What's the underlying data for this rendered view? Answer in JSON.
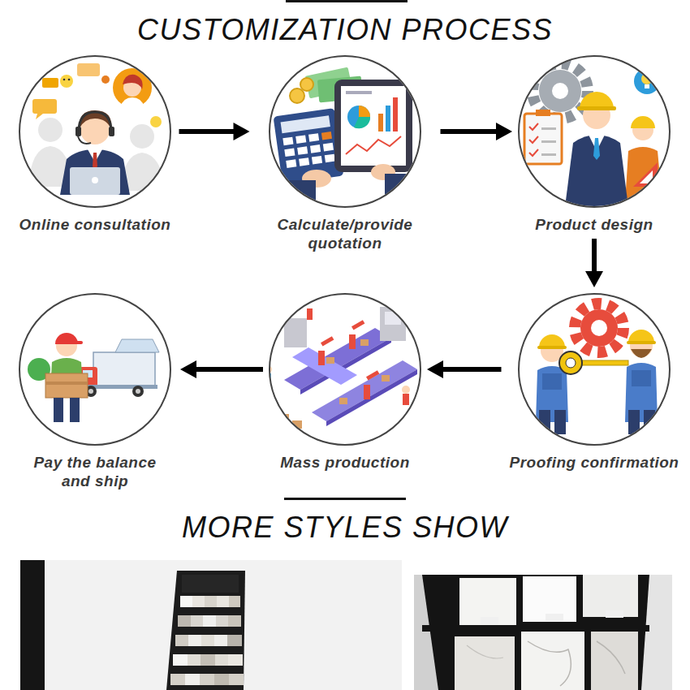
{
  "diagram": {
    "title": "CUSTOMIZATION PROCESS",
    "nodes": [
      {
        "text": [
          "Online consultation"
        ]
      },
      {
        "text": [
          "Calculate/provide quotation"
        ]
      },
      {
        "text": [
          "Product design"
        ]
      },
      {
        "text": [
          "Proofing confirmation"
        ]
      },
      {
        "text": [
          "Mass production"
        ]
      },
      {
        "text": [
          "Pay the balance and ship"
        ]
      }
    ],
    "edges": [
      {
        "from": 0,
        "to": 1,
        "arrow": "to"
      },
      {
        "from": 1,
        "to": 2,
        "arrow": "to"
      },
      {
        "from": 2,
        "to": 3,
        "arrow": "to"
      },
      {
        "from": 3,
        "to": 4,
        "arrow": "to"
      },
      {
        "from": 4,
        "to": 5,
        "arrow": "to"
      }
    ],
    "labels": [
      "MORE STYLES SHOW"
    ]
  }
}
